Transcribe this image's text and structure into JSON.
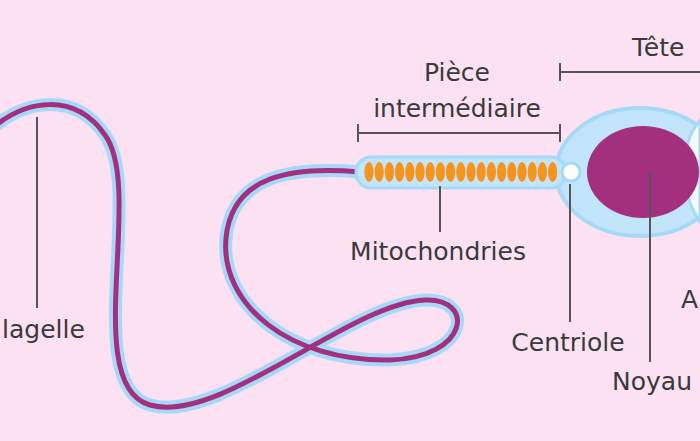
{
  "diagram": {
    "labels": [
      "Tête",
      "Pièce intermédiaire",
      "Mitochondries",
      "lagelle",
      "Centriole",
      "Noyau",
      "A"
    ]
  }
}
